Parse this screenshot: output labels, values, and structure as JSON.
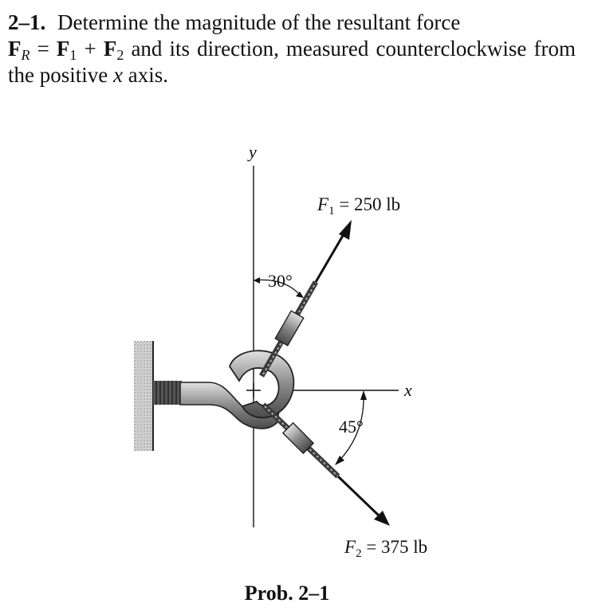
{
  "problem": {
    "number": "2–1.",
    "text_start": "Determine the magnitude of the resultant force",
    "fr_symbol": "F",
    "fr_sub": "R",
    "eq": " = ",
    "f1_symbol": "F",
    "f1_sub": "1",
    "plus": " + ",
    "f2_symbol": "F",
    "f2_sub": "2",
    "text_mid": " and its direction, measured counterclockwise from the positive ",
    "axis_var": "x",
    "text_end": " axis."
  },
  "figure": {
    "y_label": "y",
    "x_label": "x",
    "f1_label": "F",
    "f1_label_sub": "1",
    "f1_value": " = 250 lb",
    "f2_label": "F",
    "f2_label_sub": "2",
    "f2_value": " = 375 lb",
    "angle1": "30°",
    "angle2": "45°",
    "caption": "Prob. 2–1"
  }
}
